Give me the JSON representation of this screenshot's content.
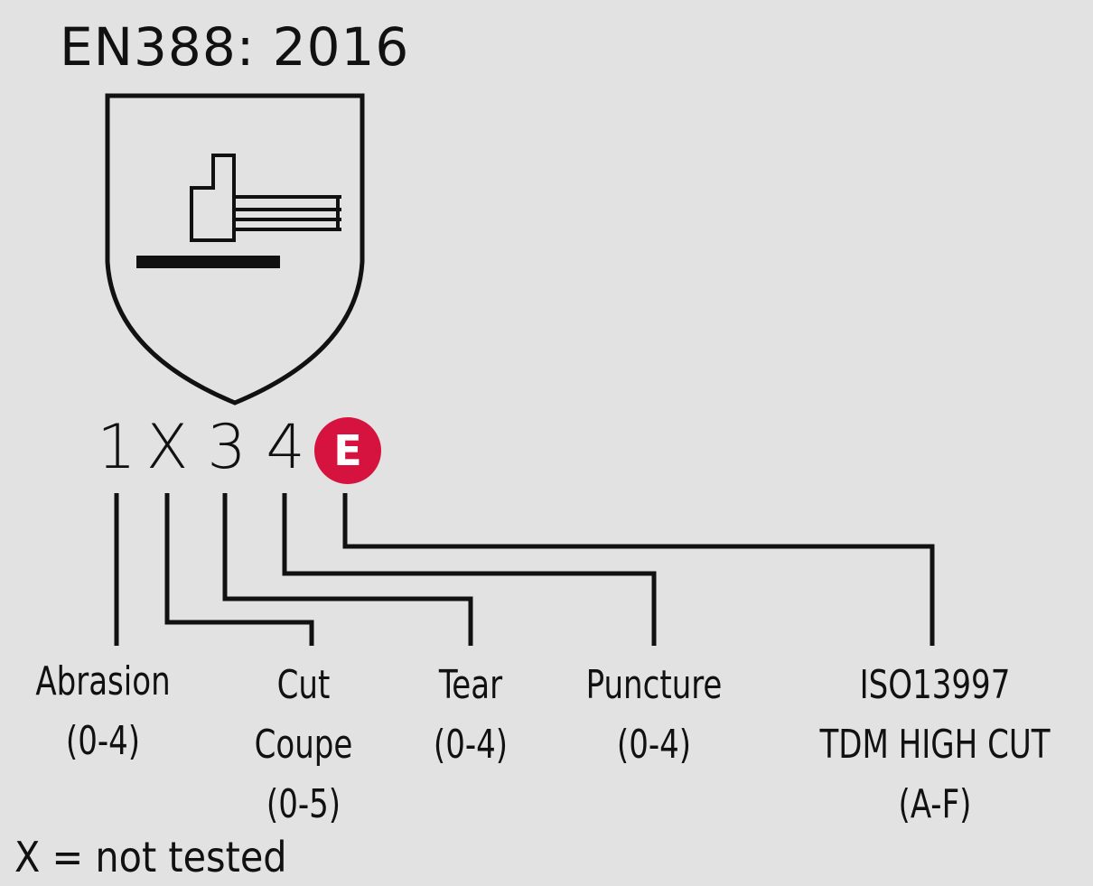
{
  "title": "EN388: 2016",
  "icon": "glove-hammer-pictogram-icon",
  "ratings": [
    {
      "value": "1",
      "label": [
        "Abrasion",
        "(0-4)"
      ]
    },
    {
      "value": "X",
      "label": [
        "Cut",
        "Coupe",
        "(0-5)"
      ]
    },
    {
      "value": "3",
      "label": [
        "Tear",
        "(0-4)"
      ]
    },
    {
      "value": "4",
      "label": [
        "Puncture",
        "(0-4)"
      ]
    },
    {
      "value": "E",
      "label": [
        "ISO13997",
        "TDM HIGH CUT",
        "(A-F)"
      ]
    }
  ],
  "note": "X = not tested",
  "colors": {
    "background": "#e2e2e2",
    "badge": "#d6123e",
    "ink": "#111111"
  }
}
